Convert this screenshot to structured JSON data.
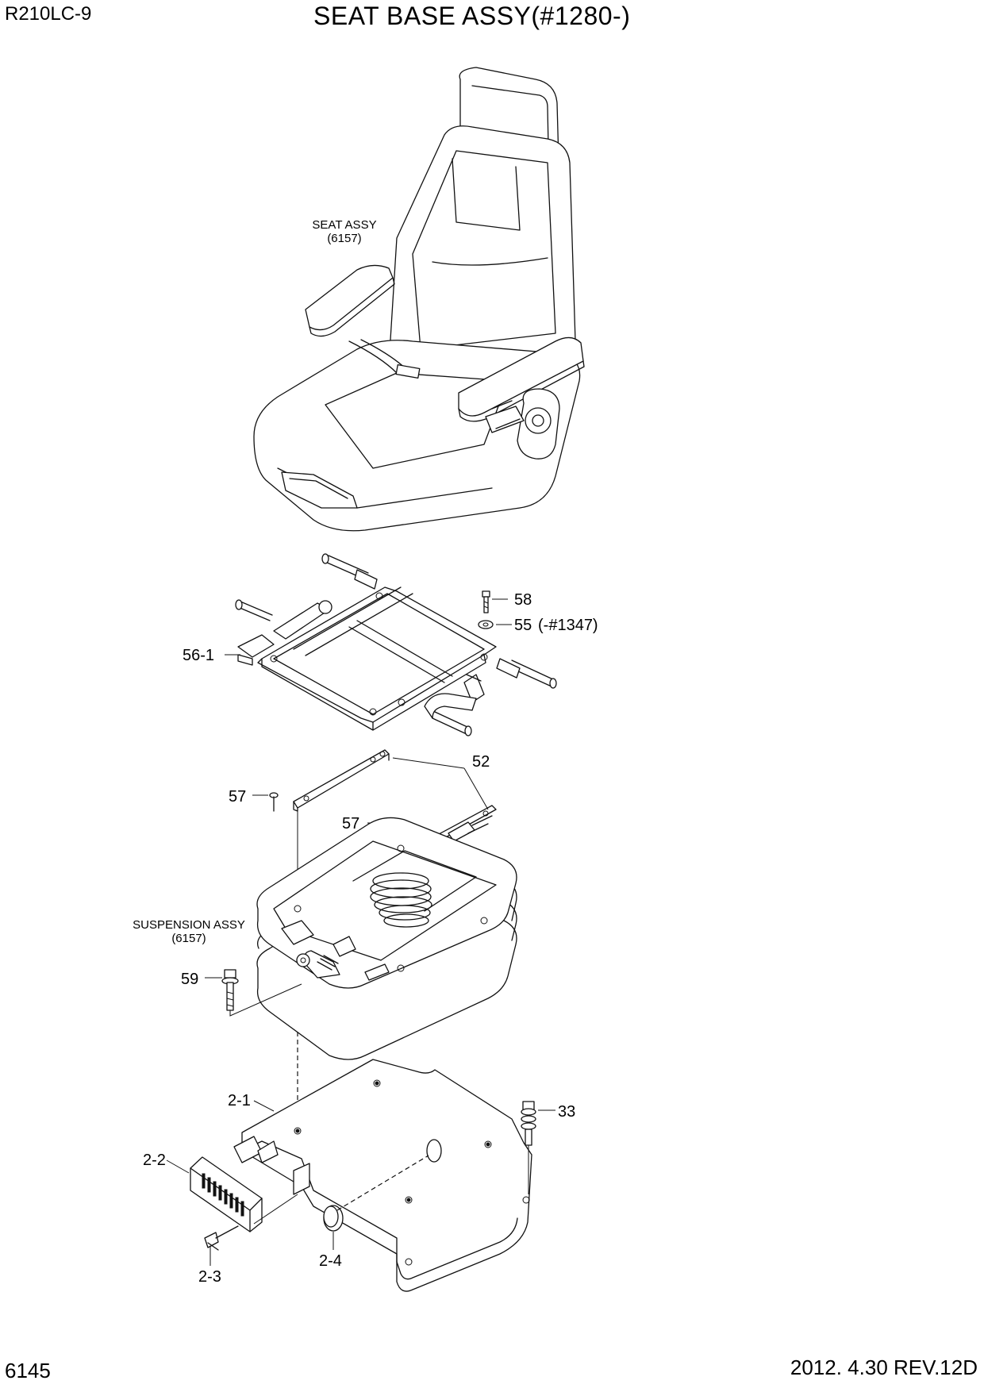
{
  "header": {
    "model": "R210LC-9",
    "title": "SEAT BASE ASSY(#1280-)"
  },
  "footer": {
    "page_number": "6145",
    "revision": "2012. 4.30  REV.12D"
  },
  "assemblies": {
    "seat": {
      "name": "SEAT ASSY",
      "ref": "(6157)"
    },
    "suspension": {
      "name": "SUSPENSION ASSY",
      "ref": "(6157)"
    }
  },
  "callouts": {
    "p58": "58",
    "p55": "55",
    "p55_note": "(-#1347)",
    "p56_1": "56-1",
    "p52": "52",
    "p57_a": "57",
    "p57_b": "57",
    "p59": "59",
    "p2_1": "2-1",
    "p33": "33",
    "p2_2": "2-2",
    "p2_3": "2-3",
    "p2_4": "2-4"
  }
}
